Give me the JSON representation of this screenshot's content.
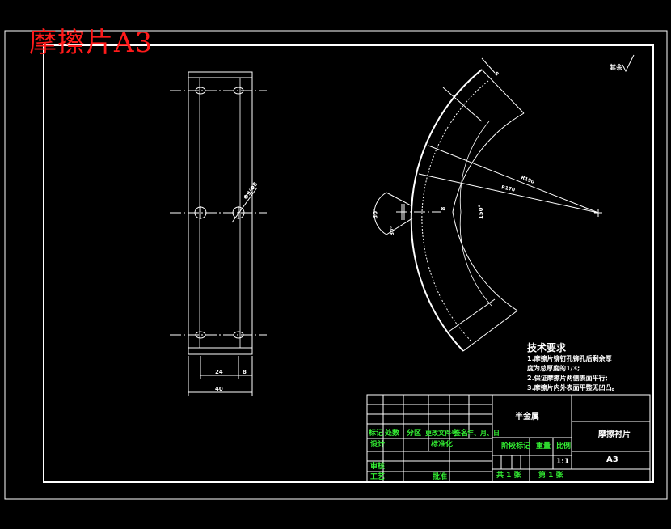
{
  "drawing": {
    "title_stamp": "摩擦片A3",
    "roughness_note": "其余",
    "dimensions": {
      "width_total": "40",
      "hole_spacing": "24",
      "edge_offset": "8",
      "hole_dia": "Φ9/Φ8",
      "outer_radius": "R190",
      "inner_radius": "R170",
      "arc_angle": "150°",
      "hole_angle": "30°",
      "wall": "8",
      "edge_a": "30°",
      "edge_b": "8"
    },
    "tech_requirements": {
      "heading": "技术要求",
      "items": [
        "1.摩擦片铆钉孔铆孔后剩余厚",
        "度为总厚度的1/3;",
        "2.保证摩擦片两侧表面平行;",
        "3.摩擦片内外表面平整无凹凸。"
      ]
    }
  },
  "title_block": {
    "material": "半金属",
    "part_name": "摩擦衬片",
    "sheet_size": "A3",
    "scale_label": "比例",
    "scale": "1:1",
    "weight_label": "重量",
    "stage_label": "阶段标记",
    "sheets_total": "共  1  张",
    "sheet_no": "第  1  张",
    "header_cells": [
      "标记",
      "处数",
      "分区",
      "更改文件号",
      "签名",
      "年、月、日"
    ],
    "design": "设计",
    "standard": "标准化",
    "check": "审核",
    "process": "工艺",
    "approve": "批准"
  }
}
